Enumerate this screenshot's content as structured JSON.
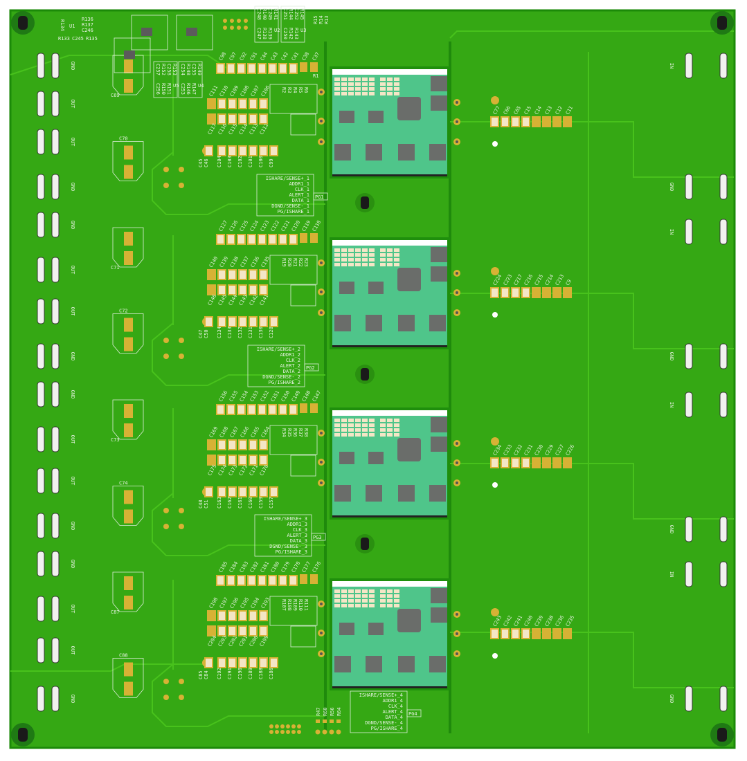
{
  "colors": {
    "board": "#35a814",
    "board_edge": "#1b8a08",
    "copper": "#d7b235",
    "silk": "#e8f3e4",
    "module": "#4fc58a",
    "component": "#6a6d6a",
    "cap_body": "#f4e6c6"
  },
  "left_connectors": [
    "GND",
    "OUT",
    "OUT",
    "GND",
    "GND",
    "OUT",
    "OUT",
    "GND",
    "GND",
    "OUT",
    "OUT",
    "GND",
    "GND",
    "OUT",
    "OUT",
    "GND"
  ],
  "right_connectors": [
    "IN",
    "GND",
    "IN",
    "GND",
    "IN",
    "GND",
    "IN",
    "GND"
  ],
  "bulk_caps": [
    "C69",
    "C70",
    "C71",
    "C72",
    "C73",
    "C74",
    "C87",
    "C88"
  ],
  "top_area": {
    "u1": {
      "ref": "U1",
      "labels": [
        "R136",
        "R137",
        "C246",
        "R134",
        "R133",
        "C245",
        "R135"
      ]
    },
    "u2": {
      "ref": "U2",
      "labels": [
        "C248",
        "R140",
        "C249",
        "R141",
        "C247",
        "R138",
        "R139"
      ]
    },
    "u3": {
      "ref": "U3",
      "labels": [
        "C251",
        "R144",
        "C252",
        "R145",
        "C250",
        "R142",
        "R143"
      ]
    },
    "u4": {
      "ref": "U4",
      "labels": [
        "C254",
        "R148",
        "C255",
        "R149",
        "C253",
        "R146",
        "R147"
      ]
    },
    "u5": {
      "ref": "U5",
      "labels": [
        "C257",
        "R152",
        "C258",
        "R153",
        "C256",
        "R150",
        "R151"
      ]
    },
    "misc": [
      "R15",
      "R14",
      "R13",
      "R1"
    ]
  },
  "channels": [
    {
      "top_caps": [
        "C98",
        "C97",
        "C92",
        "C91",
        "C44",
        "C43",
        "C42",
        "C41",
        "C38",
        "C37"
      ],
      "mid_caps_a": [
        "C111",
        "C110",
        "C109",
        "C108",
        "C107",
        "C106"
      ],
      "mid_caps_b": [
        "C117",
        "C116",
        "C115",
        "C114",
        "C113",
        "C112"
      ],
      "low_caps": [
        "C45",
        "C46",
        "C104",
        "C103",
        "C102",
        "C101",
        "C100",
        "C99"
      ],
      "right_caps": [
        "C77",
        "C66",
        "C65",
        "C15",
        "C14",
        "C13",
        "C12",
        "C11"
      ],
      "signals": [
        "ISHARE/SENSE+_1",
        "ADDR1_1",
        "CLK_1",
        "ALERT_1",
        "DATA_1",
        "DGND/SENSE-_1",
        "PG/ISHARE_1"
      ],
      "pg": "PG1",
      "resistors": [
        "R2",
        "R3",
        "R4",
        "R5",
        "R6"
      ]
    },
    {
      "top_caps": [
        "C127",
        "C126",
        "C125",
        "C124",
        "C123",
        "C122",
        "C121",
        "C120",
        "C119",
        "C118"
      ],
      "mid_caps_a": [
        "C140",
        "C139",
        "C138",
        "C137",
        "C136",
        "C135"
      ],
      "mid_caps_b": [
        "C146",
        "C145",
        "C144",
        "C143",
        "C142",
        "C141"
      ],
      "low_caps": [
        "C47",
        "C50",
        "C134",
        "C133",
        "C132",
        "C131",
        "C130",
        "C128"
      ],
      "right_caps": [
        "C224",
        "C223",
        "C217",
        "C216",
        "C215",
        "C214",
        "C213",
        "C9"
      ],
      "signals": [
        "ISHARE/SENSE+_2",
        "ADDR1_2",
        "CLK_2",
        "ALERT_2",
        "DATA_2",
        "DGND/SENSE-_2",
        "PG/ISHARE_2"
      ],
      "pg": "PG2",
      "resistors": [
        "R19",
        "R20",
        "R21",
        "R22",
        "R23"
      ]
    },
    {
      "top_caps": [
        "C156",
        "C155",
        "C154",
        "C153",
        "C152",
        "C151",
        "C150",
        "C149",
        "C148",
        "C147"
      ],
      "mid_caps_a": [
        "C169",
        "C168",
        "C167",
        "C166",
        "C165",
        "C164"
      ],
      "mid_caps_b": [
        "C175",
        "C174",
        "C173",
        "C172",
        "C171",
        "C170"
      ],
      "low_caps": [
        "C48",
        "C51",
        "C163",
        "C162",
        "C161",
        "C160",
        "C159",
        "C157"
      ],
      "right_caps": [
        "C234",
        "C233",
        "C232",
        "C231",
        "C230",
        "C229",
        "C227",
        "C226"
      ],
      "signals": [
        "ISHARE/SENSE+_3",
        "ADDR1_3",
        "CLK_3",
        "ALERT_3",
        "DATA_3",
        "DGND/SENSE-_3",
        "PG/ISHARE_3"
      ],
      "pg": "PG3",
      "resistors": [
        "R34",
        "R35",
        "R36",
        "R37",
        "R38"
      ]
    },
    {
      "top_caps": [
        "C185",
        "C184",
        "C183",
        "C182",
        "C181",
        "C180",
        "C179",
        "C178",
        "C177",
        "C176"
      ],
      "mid_caps_a": [
        "C198",
        "C197",
        "C196",
        "C195",
        "C194",
        "C193"
      ],
      "mid_caps_b": [
        "C204",
        "C203",
        "C202",
        "C201",
        "C200",
        "C199"
      ],
      "low_caps": [
        "C85",
        "C84",
        "C192",
        "C191",
        "C190",
        "C189",
        "C188",
        "C186"
      ],
      "right_caps": [
        "C243",
        "C242",
        "C241",
        "C240",
        "C239",
        "C238",
        "C236",
        "C235"
      ],
      "signals": [
        "ISHARE/SENSE+_4",
        "ADDR1_4",
        "CLK_4",
        "ALERT_4",
        "DATA_4",
        "DGND/SENSE-_4",
        "PG/ISHARE_4"
      ],
      "pg": "PG4",
      "resistors": [
        "R107",
        "R108",
        "R109",
        "R110",
        "R111"
      ]
    }
  ],
  "bottom_header": [
    "R47",
    "R60",
    "R56",
    "R64"
  ]
}
